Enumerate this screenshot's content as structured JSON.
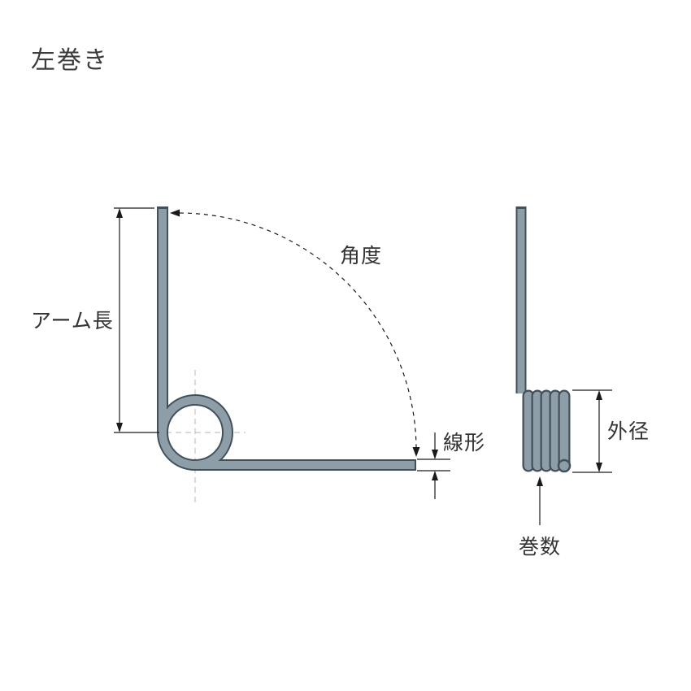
{
  "title": "左巻き",
  "front_view": {
    "arm_length_label": "アーム長",
    "angle_label": "角度",
    "wire_diameter_label": "線形"
  },
  "side_view": {
    "outer_diameter_label": "外径",
    "coil_count_label": "巻数"
  },
  "colors": {
    "spring_body": "#8e9ea9",
    "spring_outline": "#42505a",
    "dimension_line": "#1a1a1a",
    "centerline": "#b5b5b5",
    "label_text": "#333333",
    "background": "#ffffff"
  }
}
